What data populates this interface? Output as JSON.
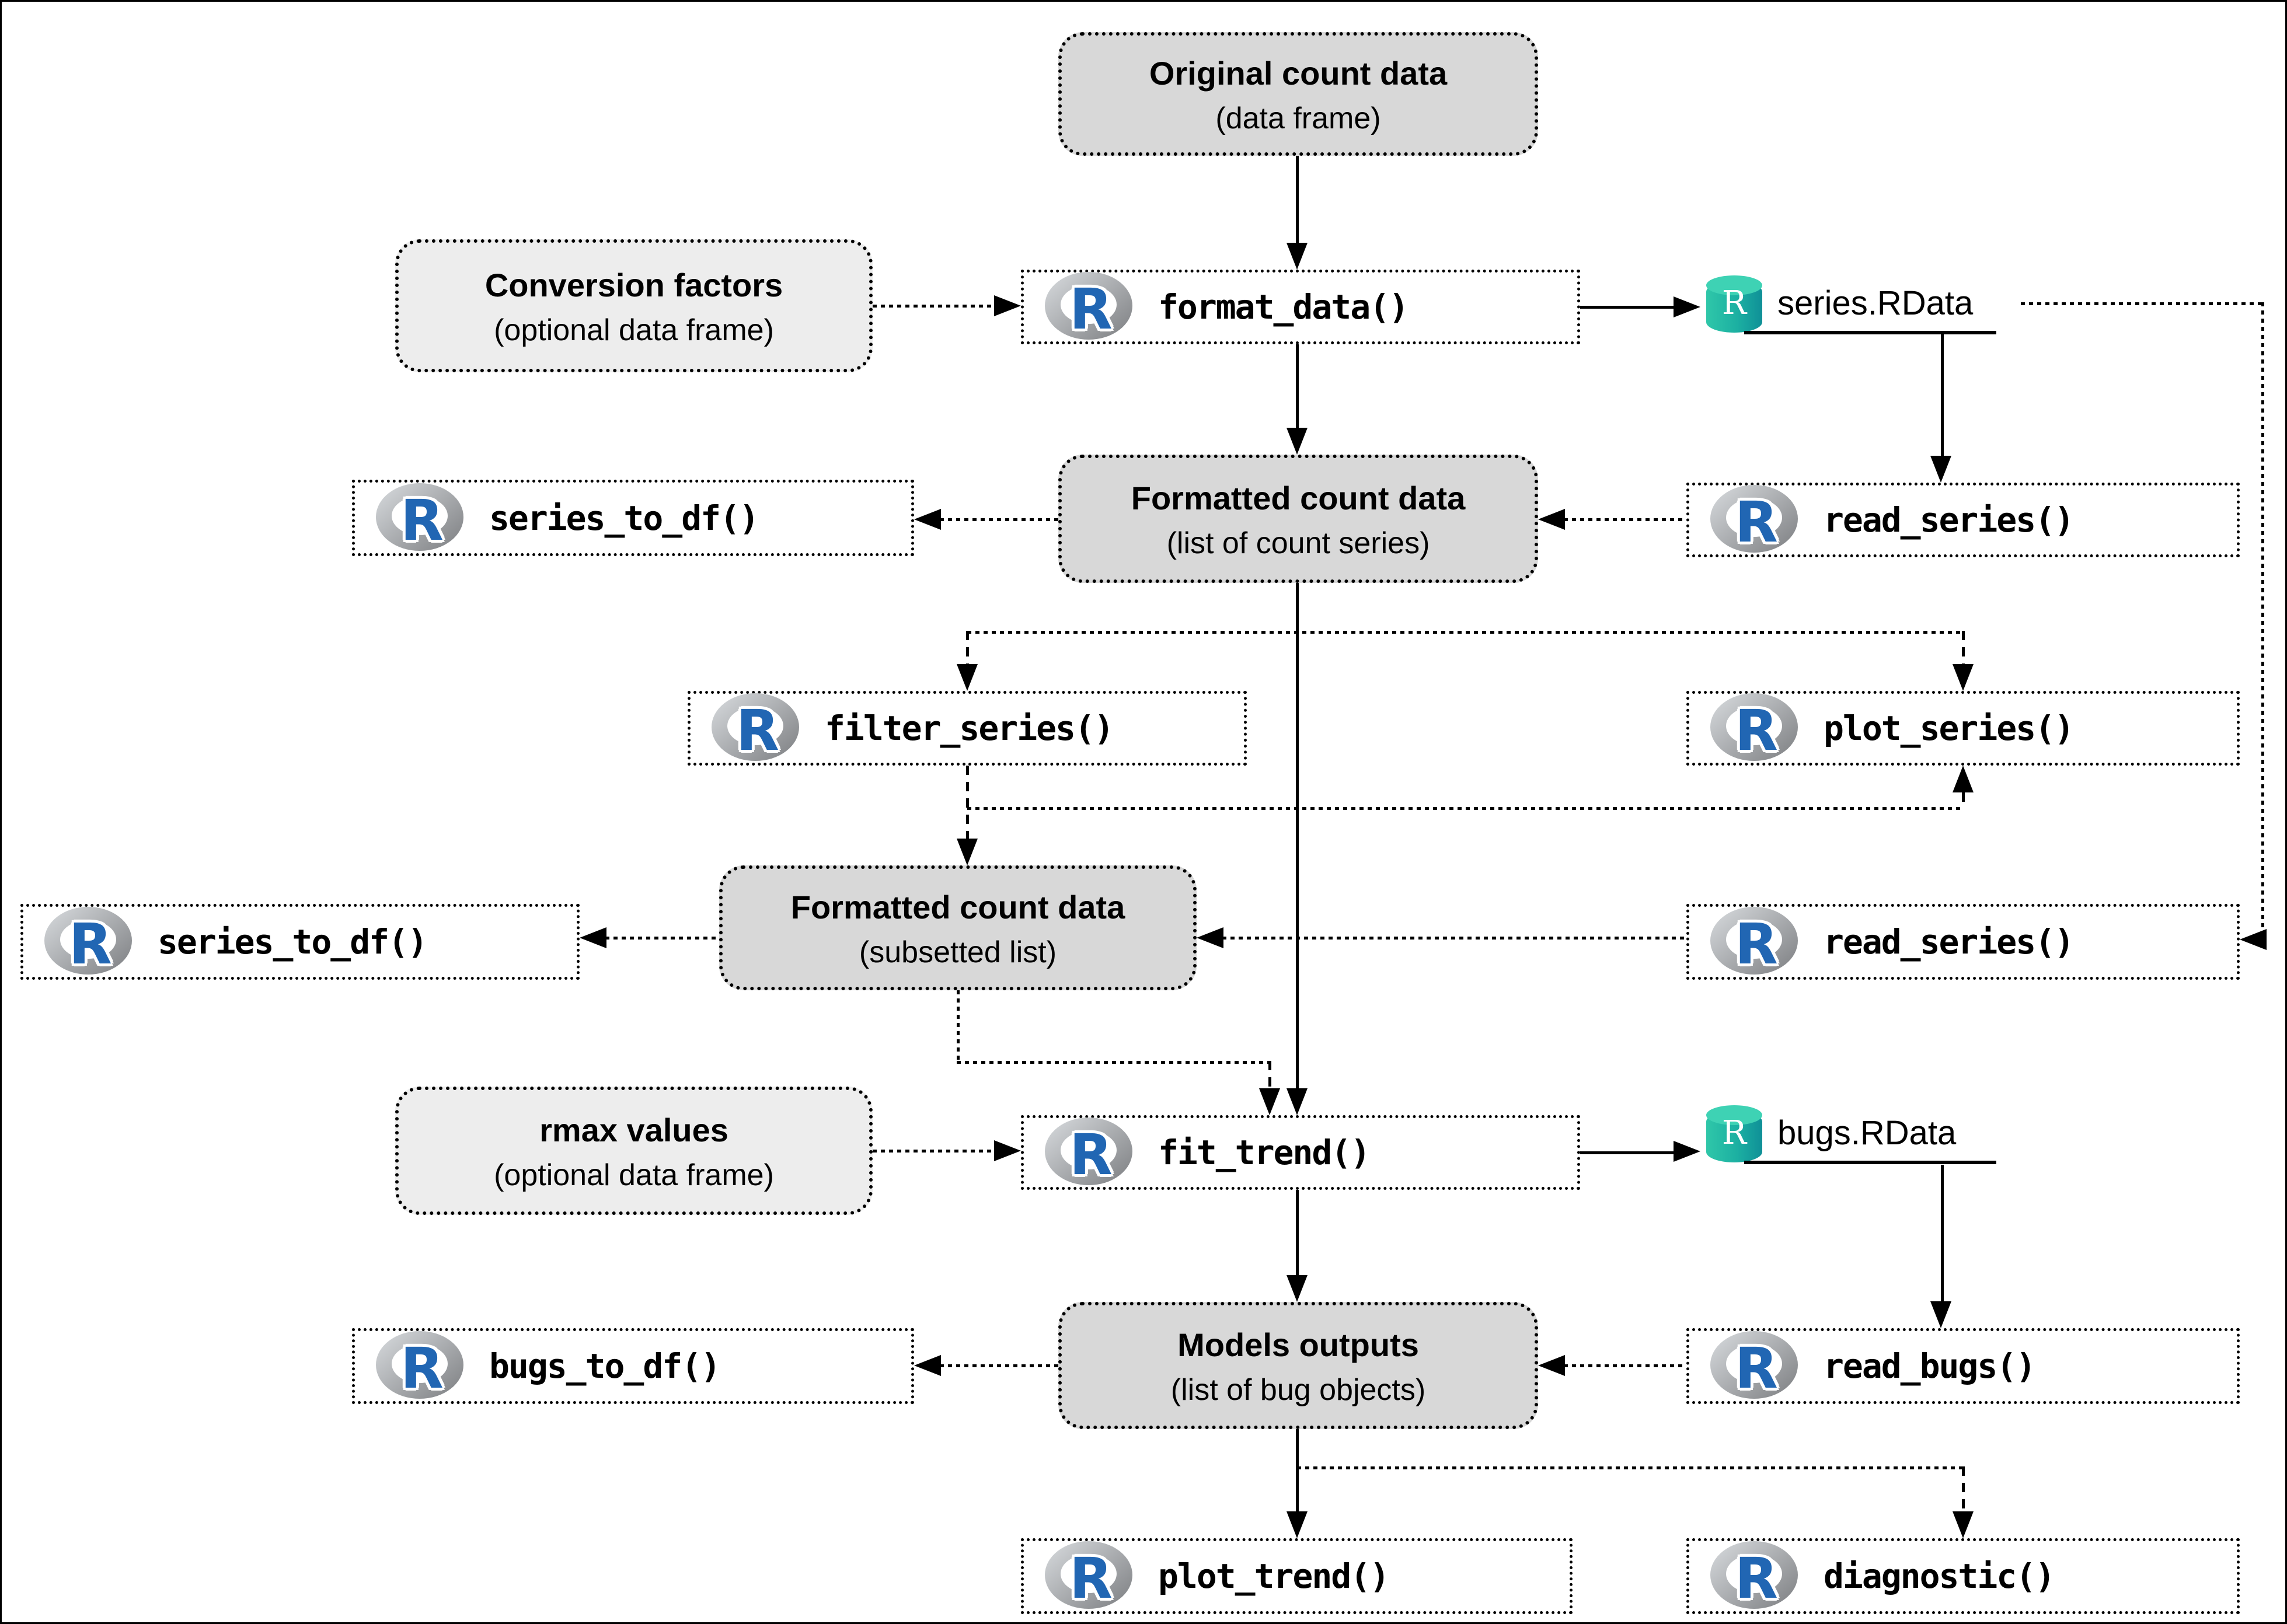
{
  "diagram": {
    "nodes": {
      "original_count_data": {
        "title": "Original count data",
        "subtitle": "(data frame)"
      },
      "conversion_factors": {
        "title": "Conversion factors",
        "subtitle": "(optional data frame)"
      },
      "format_data": {
        "label": "format_data()"
      },
      "series_rdata": {
        "label": "series.RData"
      },
      "series_to_df_a": {
        "label": "series_to_df()"
      },
      "formatted_count_data": {
        "title": "Formatted count data",
        "subtitle": "(list of count series)"
      },
      "read_series_a": {
        "label": "read_series()"
      },
      "filter_series": {
        "label": "filter_series()"
      },
      "plot_series": {
        "label": "plot_series()"
      },
      "formatted_subset": {
        "title": "Formatted count data",
        "subtitle": "(subsetted list)"
      },
      "series_to_df_b": {
        "label": "series_to_df()"
      },
      "read_series_b": {
        "label": "read_series()"
      },
      "rmax_values": {
        "title": "rmax values",
        "subtitle": "(optional data frame)"
      },
      "fit_trend": {
        "label": "fit_trend()"
      },
      "bugs_rdata": {
        "label": "bugs.RData"
      },
      "bugs_to_df": {
        "label": "bugs_to_df()"
      },
      "models_outputs": {
        "title": "Models outputs",
        "subtitle": "(list of bug objects)"
      },
      "read_bugs": {
        "label": "read_bugs()"
      },
      "plot_trend": {
        "label": "plot_trend()"
      },
      "diagnostic": {
        "label": "diagnostic()"
      }
    },
    "icons": {
      "r_logo_letter": "R",
      "rdata_file_letter": "R"
    },
    "colors": {
      "data_box_fill": "#d8d8d8",
      "optional_box_fill": "#ededed",
      "function_box_fill": "#ffffff",
      "line": "#000000",
      "r_logo_blue": "#2166b3",
      "r_logo_grey": "#9a9da0",
      "rdata_teal": "#1cb0a2"
    }
  }
}
